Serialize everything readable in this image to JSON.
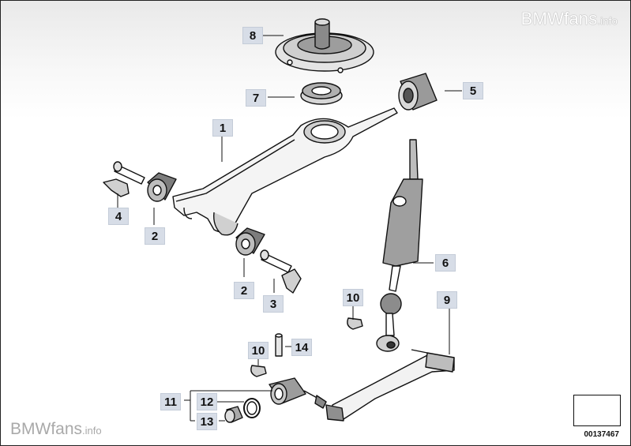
{
  "watermark_top": {
    "brand": "BMWfans",
    "suffix": ".info"
  },
  "watermark_bottom": {
    "brand": "BMWfans",
    "suffix": ".info"
  },
  "diagram_number": "00137467",
  "callouts": {
    "c1": "1",
    "c2a": "2",
    "c2b": "2",
    "c3": "3",
    "c4": "4",
    "c5": "5",
    "c6": "6",
    "c7": "7",
    "c8": "8",
    "c9": "9",
    "c10a": "10",
    "c10b": "10",
    "c11": "11",
    "c12": "12",
    "c13": "13",
    "c14": "14"
  },
  "colors": {
    "callout_bg": "#d7dde7",
    "line": "#111111",
    "part_fill": "#ffffff",
    "part_shade": "#bdbdbd"
  }
}
